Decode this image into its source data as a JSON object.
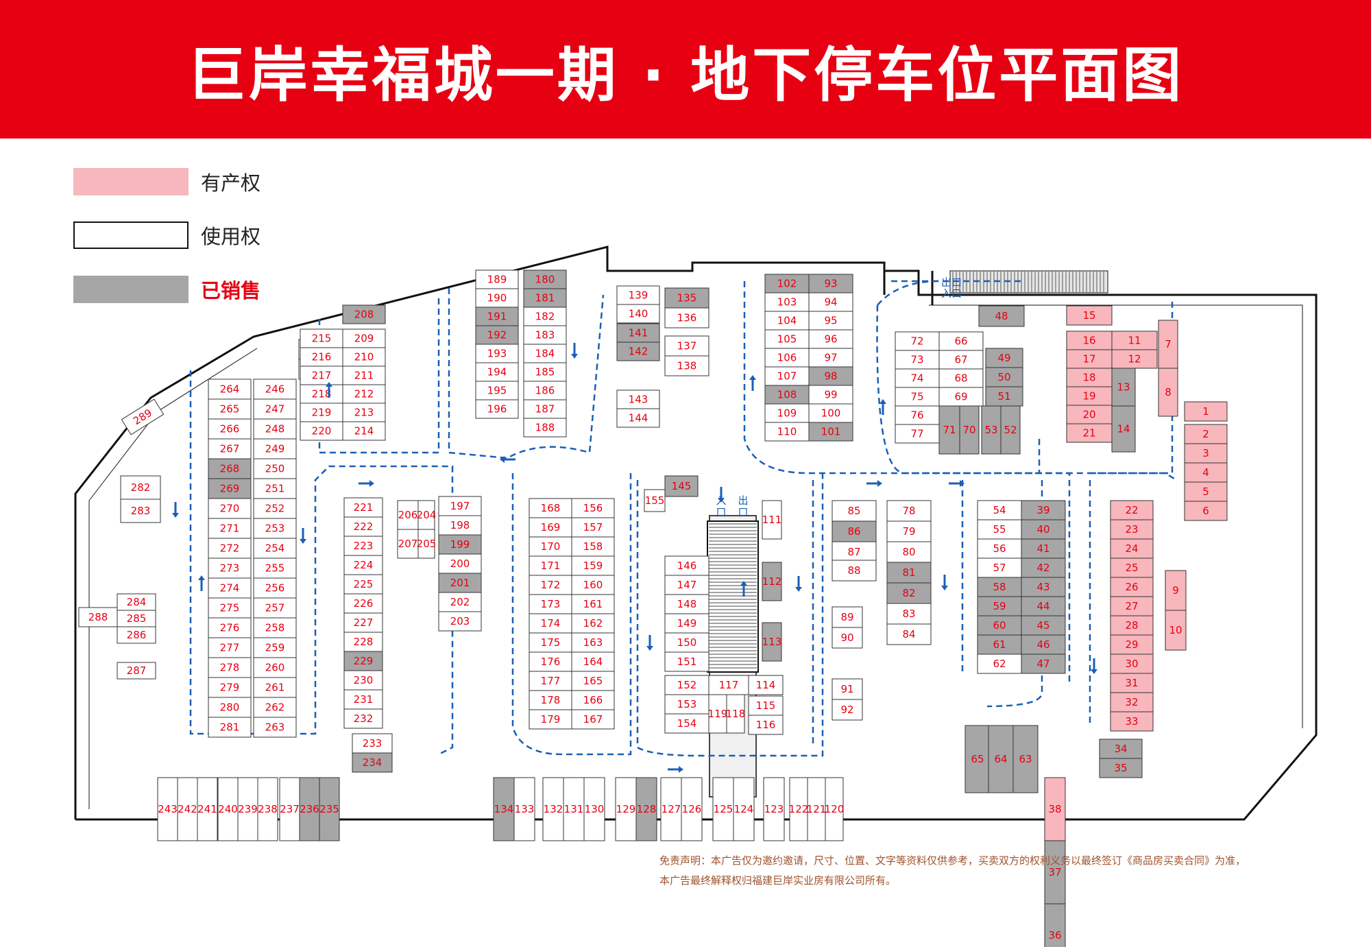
{
  "title": "巨岸幸福城一期 · 地下停车位平面图",
  "colors": {
    "brand_red": "#e60012",
    "property_right": "#f7b7bd",
    "use_right": "#ffffff",
    "sold": "#a6a6a6",
    "road": "#1a5fb4",
    "wall": "#111111",
    "slot_text": "#e60012"
  },
  "legend": [
    {
      "key": "property",
      "label": "有产权",
      "color": "#f7b7bd"
    },
    {
      "key": "use",
      "label": "使用权",
      "color": "#ffffff"
    },
    {
      "key": "sold",
      "label": "已销售",
      "color": "#a6a6a6"
    }
  ],
  "entrances": [
    {
      "label": "入口"
    },
    {
      "label": "出口"
    },
    {
      "label": "出口"
    },
    {
      "label": "入口"
    }
  ],
  "spot_count": 289,
  "property_spots": [
    1,
    2,
    3,
    4,
    5,
    6,
    7,
    8,
    9,
    10,
    11,
    12,
    15,
    16,
    17,
    18,
    19,
    20,
    21,
    22,
    23,
    24,
    25,
    26,
    27,
    28,
    29,
    30,
    31,
    32,
    33,
    38
  ],
  "sold_spots": [
    13,
    14,
    34,
    35,
    36,
    37,
    39,
    40,
    41,
    42,
    43,
    44,
    45,
    46,
    47,
    48,
    49,
    50,
    51,
    52,
    53,
    58,
    59,
    60,
    61,
    63,
    64,
    65,
    70,
    71,
    81,
    82,
    86,
    93,
    98,
    101,
    102,
    108,
    112,
    113,
    128,
    134,
    135,
    141,
    142,
    145,
    180,
    181,
    191,
    192,
    199,
    201,
    208,
    229,
    234,
    235,
    236,
    268,
    269
  ],
  "disclaimer": {
    "line1": "免责声明：本广告仅为邀约邀请，尺寸、位置、文字等资料仅供参考，买卖双方的权利义务以最终签订《商品房买卖合同》为准，",
    "line2": "本广告最终解释权归福建巨岸实业房有限公司所有。"
  }
}
